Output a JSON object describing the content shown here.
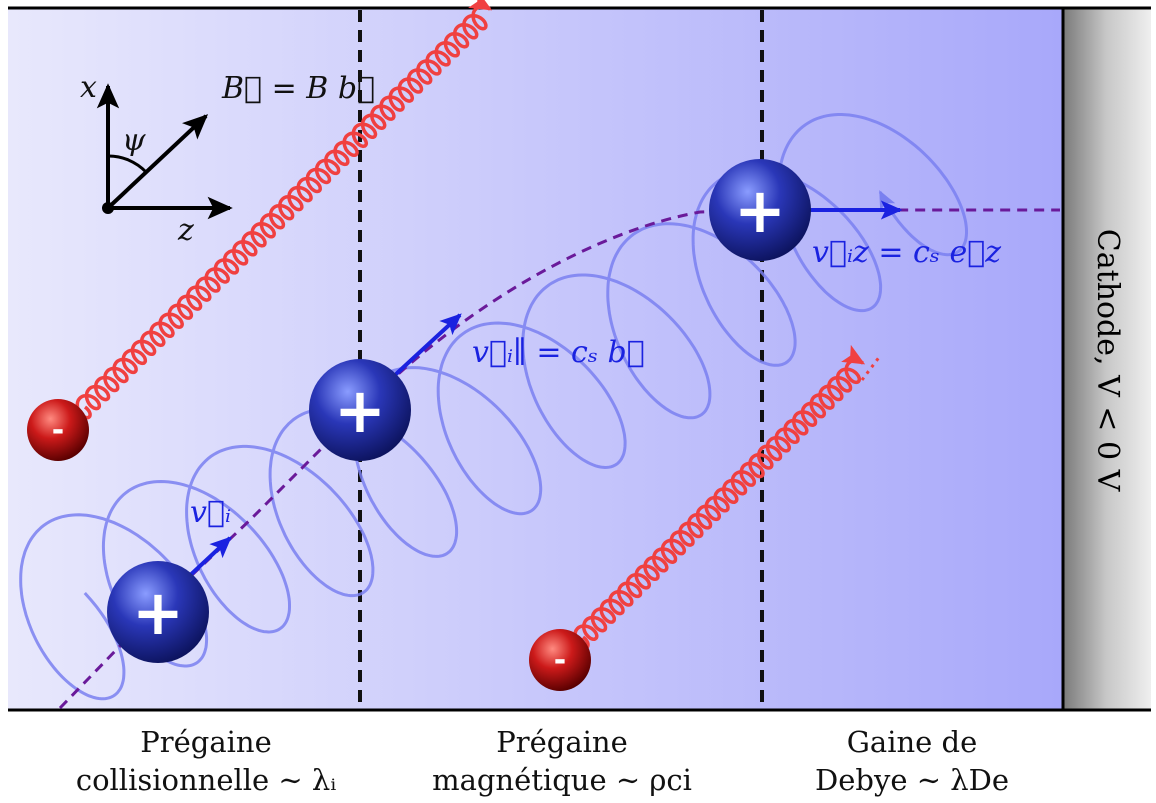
{
  "axes": {
    "x_label": "x",
    "z_label": "z",
    "angle_label": "ψ",
    "field_label": "B⃗ = B b⃗"
  },
  "vectors": {
    "vi": "v⃗ᵢ",
    "vi_par": "v⃗ᵢ∥ = cₛ b⃗",
    "viz": "v⃗ᵢz = cₛ e⃗z"
  },
  "particles": {
    "ion_symbol": "+",
    "electron_symbol": "-"
  },
  "cathode_label": "Cathode, V < 0 V",
  "regions": [
    {
      "line1": "Prégaine",
      "line2": "collisionnelle ∼ λᵢ"
    },
    {
      "line1": "Prégaine",
      "line2": "magnétique ∼ ρci"
    },
    {
      "line1": "Gaine de",
      "line2": "Debye ∼ λDe"
    }
  ],
  "colors": {
    "plasma_left": "#e6e6fb",
    "plasma_right": "#a9a9fb",
    "helix": "#7a80f0",
    "electron_helix": "#f04040",
    "trajectory": "#6a1a9a",
    "velocity": "#1a22e0",
    "cathode": "#909090"
  }
}
